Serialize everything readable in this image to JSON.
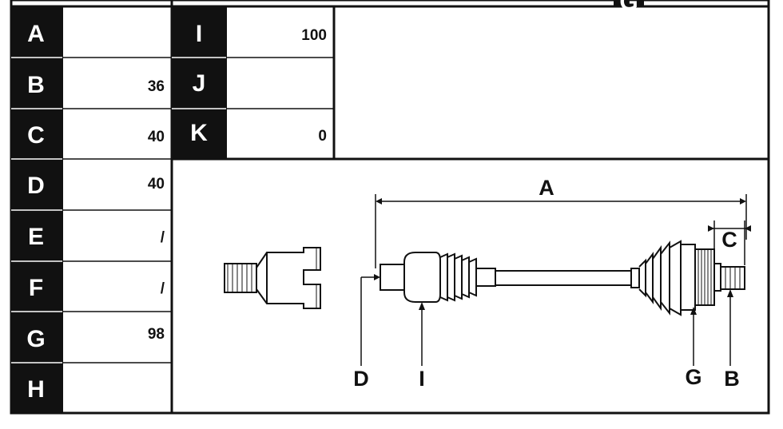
{
  "table_left": [
    {
      "label": "A",
      "value": ""
    },
    {
      "label": "B",
      "value": "36"
    },
    {
      "label": "C",
      "value": "40"
    },
    {
      "label": "D",
      "value": "40"
    },
    {
      "label": "E",
      "value": "/"
    },
    {
      "label": "F",
      "value": "/"
    },
    {
      "label": "G",
      "value": "98"
    },
    {
      "label": "H",
      "value": ""
    }
  ],
  "table_mid": [
    {
      "label": "I",
      "value": "100"
    },
    {
      "label": "J",
      "value": ""
    },
    {
      "label": "K",
      "value": "0"
    }
  ],
  "drawing": {
    "dim_A": "A",
    "dim_C": "C",
    "callout_D": "D",
    "callout_I": "I",
    "callout_G": "G",
    "callout_B": "B",
    "header_badge": "G"
  },
  "colors": {
    "line": "#111111",
    "cell_fill": "#111111",
    "background": "#ffffff"
  }
}
